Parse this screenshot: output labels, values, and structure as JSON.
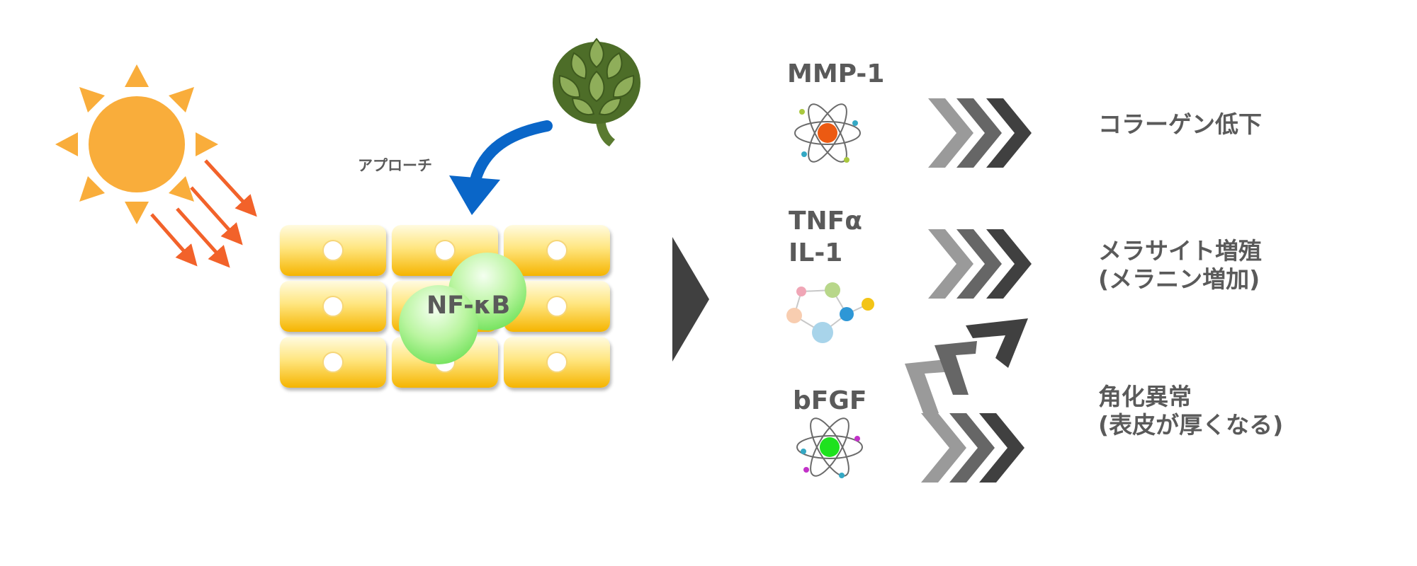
{
  "colors": {
    "sun": "#f9ad3b",
    "rays": "#f2622a",
    "cell_top": "#fffbe0",
    "cell_bottom": "#f5b400",
    "nfkb_green": "#4fd93a",
    "blue_arrow": "#0a66c8",
    "chevron_dark": "#404040",
    "text_gray": "#5a5a5a"
  },
  "left": {
    "approach_label": "アプローチ",
    "nfkb_label": "NF-κB"
  },
  "rows": [
    {
      "mediator": "MMP-1",
      "mediator_icon": "atom-icon",
      "arrow": "triple-chevron-right",
      "effect_lines": [
        "コラーゲン低下"
      ]
    },
    {
      "mediator_lines": [
        "TNFα",
        "IL-1"
      ],
      "mediator_icon": "molecule-network-icon",
      "arrow": "triple-chevron-right",
      "effect_lines": [
        "メラサイト増殖",
        "(メラニン増加)"
      ]
    },
    {
      "mediator": "bFGF",
      "mediator_icon": "atom-icon",
      "arrow": "triple-chevron-right-and-up",
      "effect_lines": [
        "角化異常",
        "(表皮が厚くなる)"
      ]
    }
  ]
}
